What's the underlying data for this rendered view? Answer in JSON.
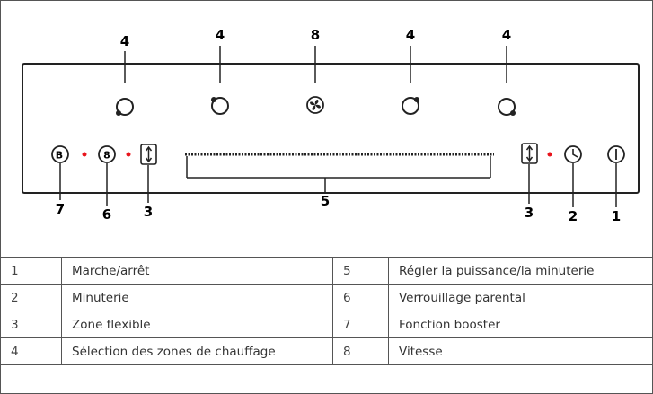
{
  "callouts": {
    "zone_left_1": "4",
    "zone_left_2": "4",
    "speed": "8",
    "zone_right_1": "4",
    "zone_right_2": "4",
    "booster": "7",
    "lock": "6",
    "flex_left": "3",
    "slider": "5",
    "flex_right": "3",
    "timer": "2",
    "power": "1"
  },
  "icons": {
    "booster_glyph": "B",
    "lock_glyph": "8",
    "power": "power-icon",
    "timer": "clock-icon",
    "flex": "up-down-arrow-icon",
    "speed": "fan-icon",
    "zone": "ring-zone-icon"
  },
  "colors": {
    "indicator_dot": "#e8141c",
    "line": "#222222"
  },
  "legend": {
    "rows": [
      {
        "num_a": "1",
        "label_a": "Marche/arrêt",
        "num_b": "5",
        "label_b": "Régler la puissance/la minuterie"
      },
      {
        "num_a": "2",
        "label_a": "Minuterie",
        "num_b": "6",
        "label_b": "Verrouillage parental"
      },
      {
        "num_a": "3",
        "label_a": "Zone flexible",
        "num_b": "7",
        "label_b": "Fonction booster"
      },
      {
        "num_a": "4",
        "label_a": "Sélection des zones de chauffage",
        "num_b": "8",
        "label_b": "Vitesse"
      }
    ]
  }
}
